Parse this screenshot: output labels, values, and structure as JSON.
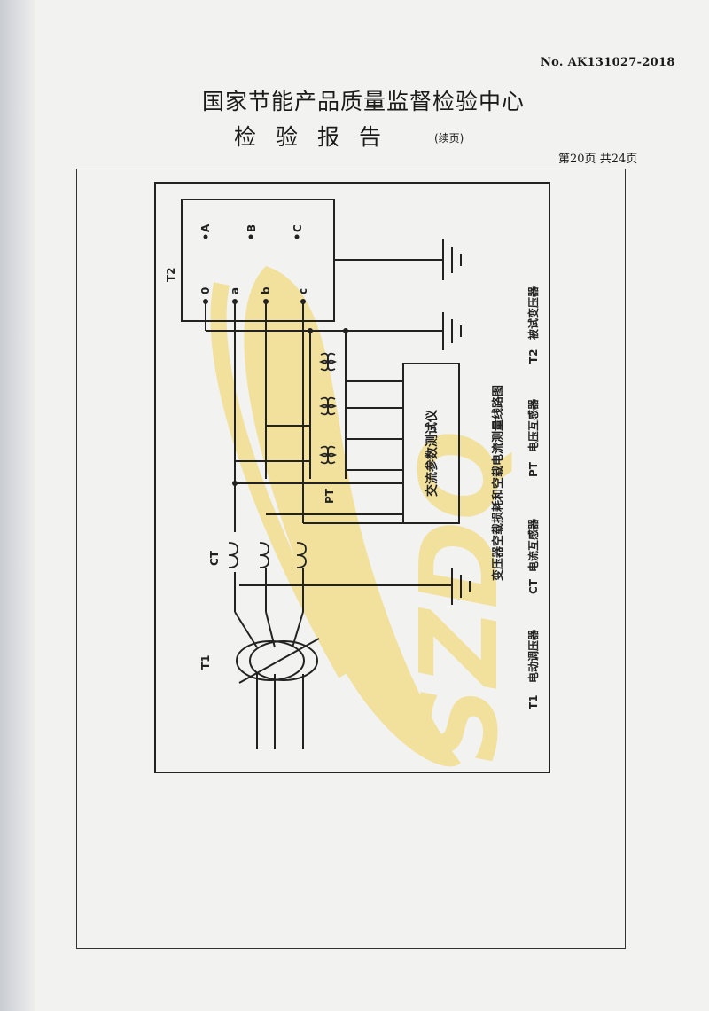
{
  "header": {
    "report_no": "No. AK131027-2018",
    "org_name": "国家节能产品质量监督检验中心",
    "report_title": "检验报告",
    "continued": "(续页)",
    "page_label": "第20页",
    "total_label": "共24页"
  },
  "diagram": {
    "caption": "变压器空载损耗和空载电流测量线路图",
    "instrument_label": "交流参数测试仪",
    "t2_label": "T2",
    "t1_label": "T1",
    "ct_label": "CT",
    "pt_label": "PT",
    "hv_terminals": [
      "A",
      "B",
      "C"
    ],
    "lv_terminals": [
      "0",
      "a",
      "b",
      "c"
    ],
    "legend": [
      {
        "code": "T1",
        "desc": "电动调压器"
      },
      {
        "code": "CT",
        "desc": "电流互感器"
      },
      {
        "code": "PT",
        "desc": "电压互感器"
      },
      {
        "code": "T2",
        "desc": "被试变压器"
      }
    ]
  },
  "watermark": {
    "text": "SZDQ",
    "color": "#f2d25a"
  }
}
